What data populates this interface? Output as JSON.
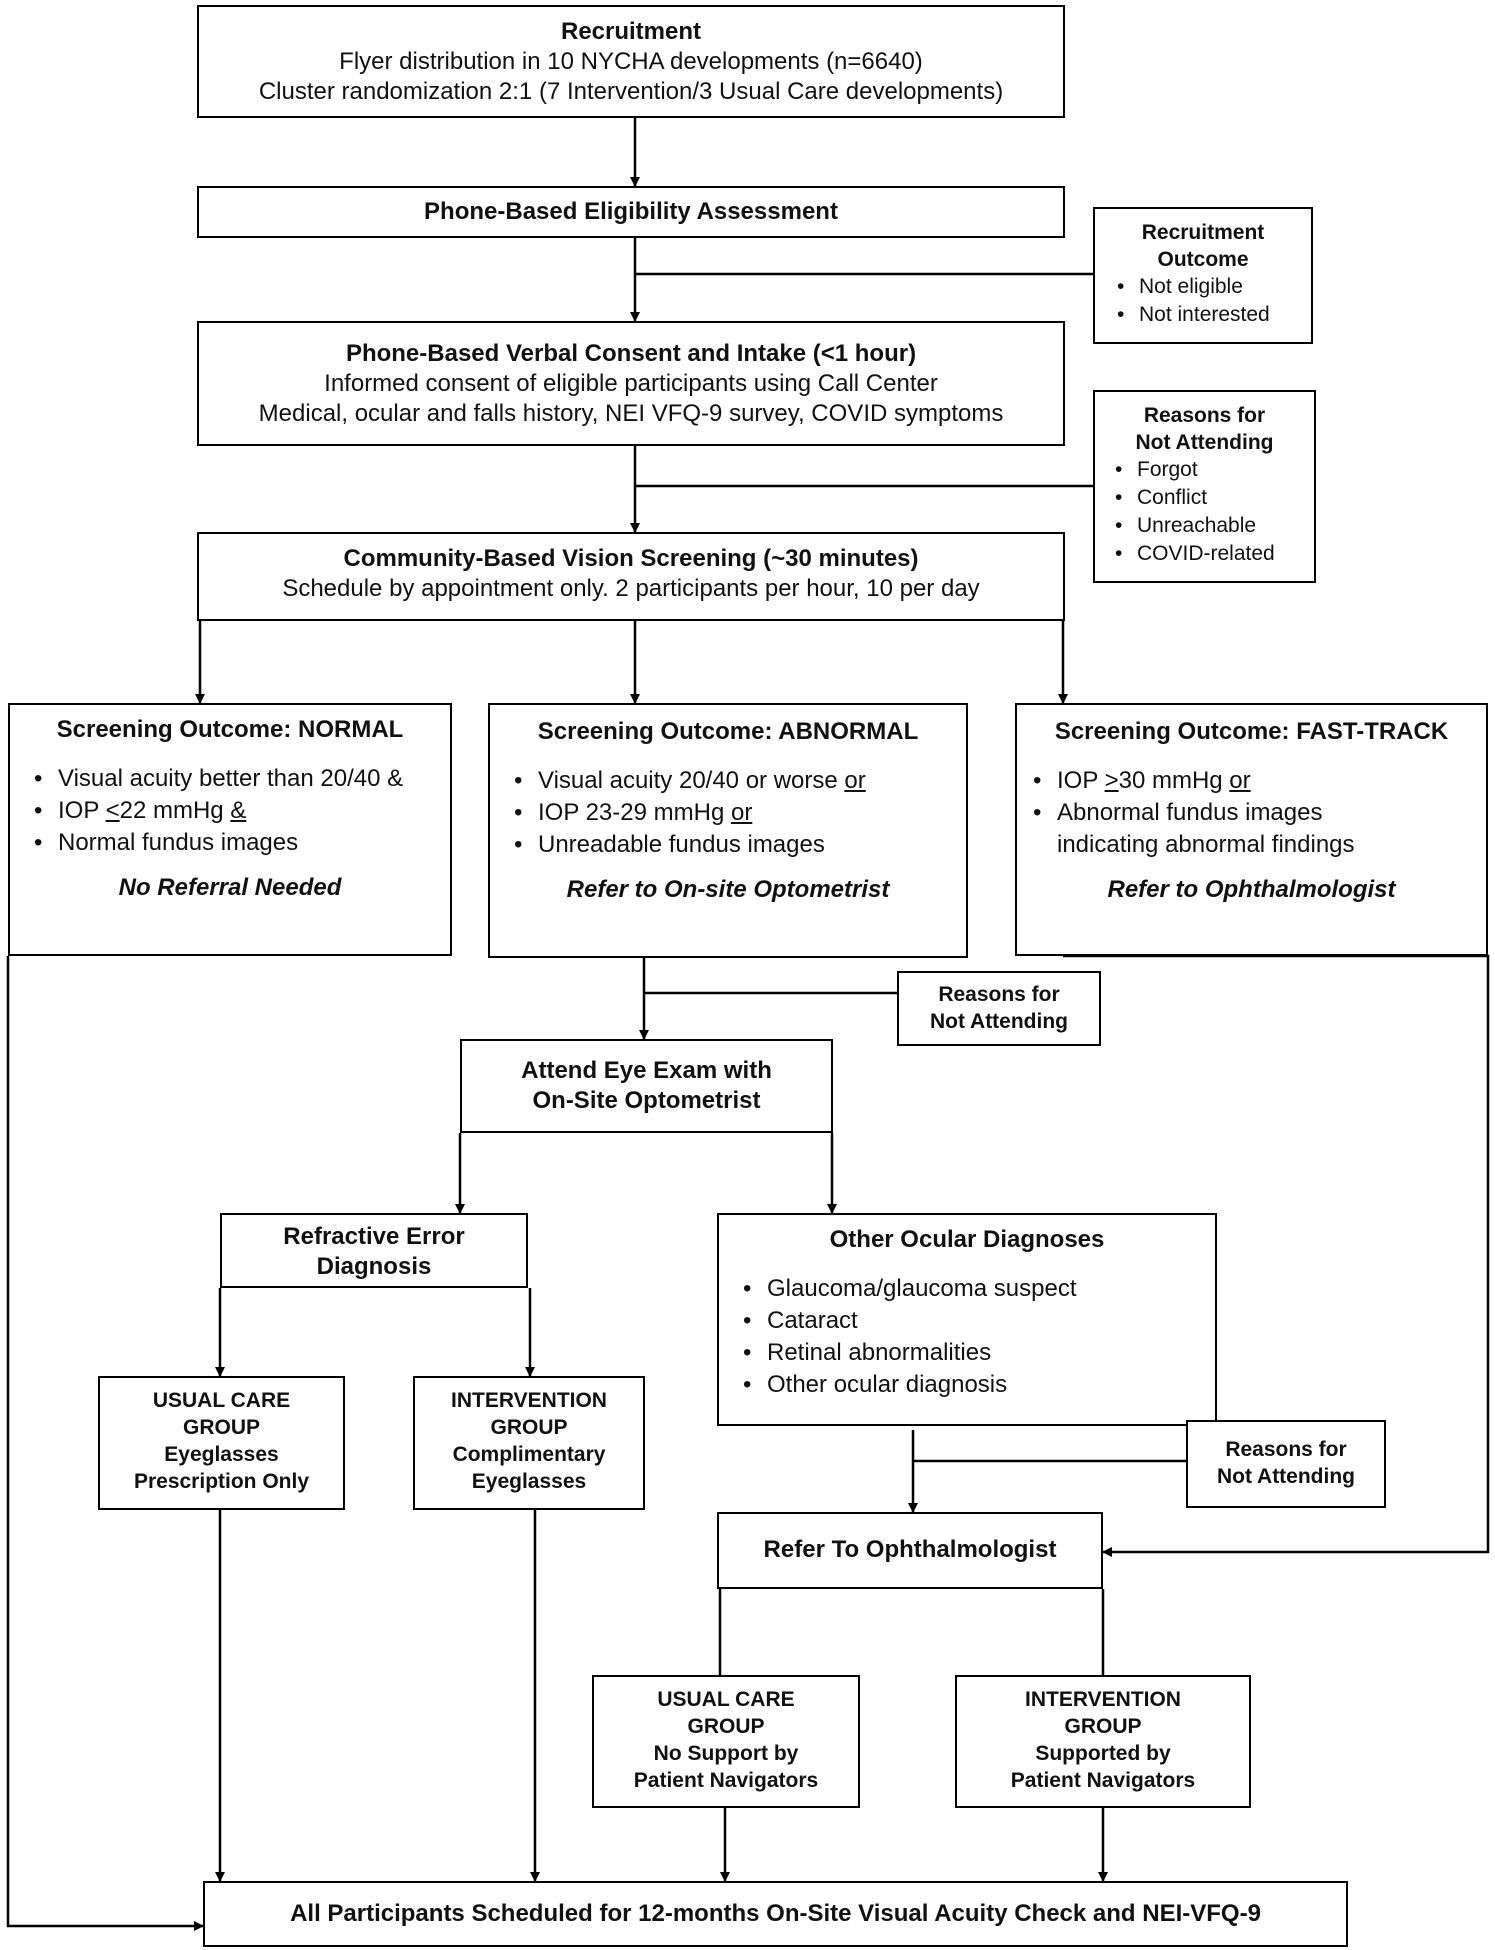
{
  "recruitment": {
    "title": "Recruitment",
    "line1": "Flyer distribution in 10 NYCHA developments (n=6640)",
    "line2": "Cluster randomization 2:1 (7 Intervention/3 Usual Care developments)"
  },
  "eligibility": {
    "title": "Phone-Based Eligibility Assessment"
  },
  "recruitment_outcome": {
    "title_1": "Recruitment",
    "title_2": "Outcome",
    "items": [
      "Not eligible",
      "Not interested"
    ]
  },
  "consent": {
    "title": "Phone-Based Verbal Consent and Intake (<1 hour)",
    "line1": "Informed consent of eligible participants using Call Center",
    "line2": "Medical, ocular and falls history, NEI VFQ-9 survey, COVID symptoms"
  },
  "not_attending_1": {
    "title_1": "Reasons for",
    "title_2": "Not Attending",
    "items": [
      "Forgot",
      "Conflict",
      "Unreachable",
      "COVID-related"
    ]
  },
  "screening": {
    "title": "Community-Based Vision Screening (~30 minutes)",
    "line1": "Schedule by appointment only. 2 participants per hour, 10 per day"
  },
  "normal": {
    "title": "Screening Outcome: NORMAL",
    "item1": "Visual acuity better than 20/40 &",
    "item2_a": "IOP ",
    "item2_b": "<",
    "item2_c": "22 mmHg ",
    "item2_d": "&",
    "item3": "Normal fundus images",
    "footer": "No Referral Needed"
  },
  "abnormal": {
    "title": "Screening Outcome: ABNORMAL",
    "item1_a": "Visual acuity 20/40 or worse ",
    "item1_b": "or",
    "item2_a": "IOP 23-29 mmHg ",
    "item2_b": "or",
    "item3": "Unreadable fundus images",
    "footer": "Refer to On-site Optometrist"
  },
  "fasttrack": {
    "title": "Screening Outcome: FAST-TRACK",
    "item1_a": "IOP ",
    "item1_b": ">",
    "item1_c": "30 mmHg ",
    "item1_d": "or",
    "item2_1": "Abnormal fundus images",
    "item2_2": "indicating abnormal findings",
    "footer": "Refer to Ophthalmologist"
  },
  "not_attending_2": {
    "title_1": "Reasons for",
    "title_2": "Not Attending"
  },
  "eye_exam": {
    "line1": "Attend Eye Exam with",
    "line2": "On-Site Optometrist"
  },
  "refractive": {
    "line1": "Refractive Error",
    "line2": "Diagnosis"
  },
  "other_dx": {
    "title": "Other Ocular Diagnoses",
    "items": [
      "Glaucoma/glaucoma suspect",
      "Cataract",
      "Retinal abnormalities",
      "Other ocular diagnosis"
    ]
  },
  "usual_care_1": {
    "lines": [
      "USUAL CARE",
      "GROUP",
      "Eyeglasses",
      "Prescription Only"
    ]
  },
  "intervention_1": {
    "lines": [
      "INTERVENTION",
      "GROUP",
      "Complimentary",
      "Eyeglasses"
    ]
  },
  "not_attending_3": {
    "title_1": "Reasons for",
    "title_2": "Not Attending"
  },
  "refer_ophth": {
    "title": "Refer To Ophthalmologist"
  },
  "usual_care_2": {
    "lines": [
      "USUAL CARE",
      "GROUP",
      "No Support by",
      "Patient Navigators"
    ]
  },
  "intervention_2": {
    "lines": [
      "INTERVENTION",
      "GROUP",
      "Supported by",
      "Patient Navigators"
    ]
  },
  "final": {
    "title": "All Participants Scheduled for 12-months On-Site Visual Acuity Check and NEI-VFQ-9"
  }
}
